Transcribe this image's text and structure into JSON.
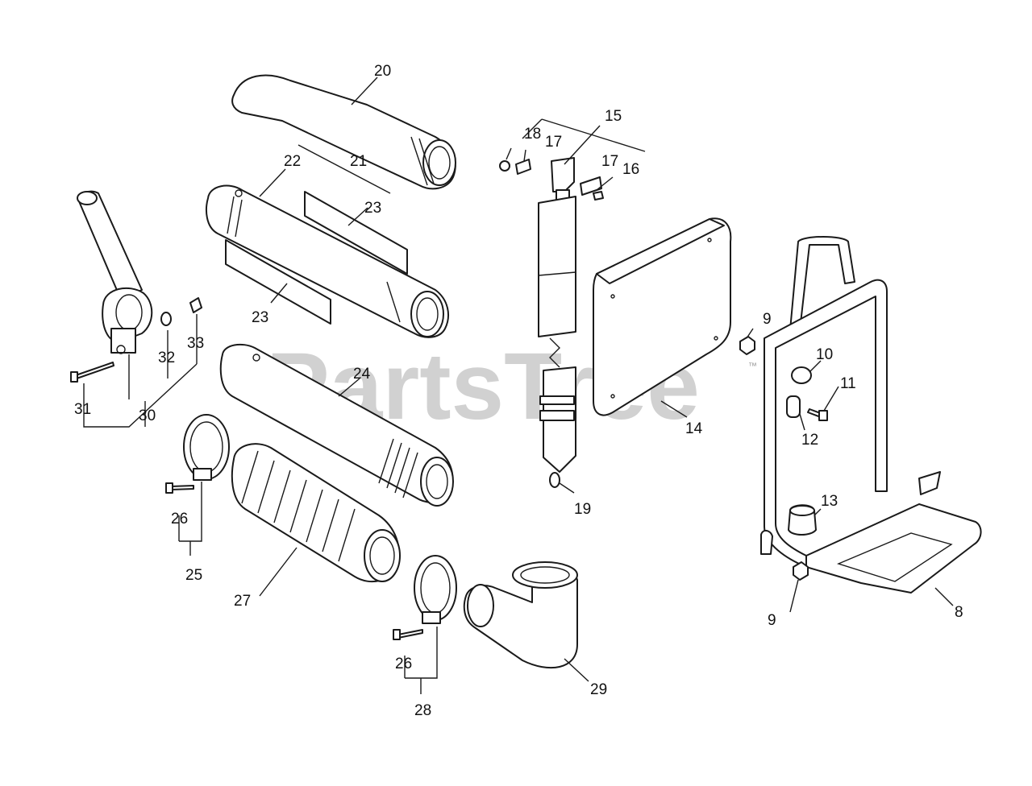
{
  "watermark": {
    "text": "PartsTree",
    "trademark": "™"
  },
  "callouts": {
    "c8": "8",
    "c9a": "9",
    "c9b": "9",
    "c10": "10",
    "c11": "11",
    "c12": "12",
    "c13": "13",
    "c14": "14",
    "c15": "15",
    "c16": "16",
    "c17a": "17",
    "c17b": "17",
    "c18": "18",
    "c19": "19",
    "c20": "20",
    "c21": "21",
    "c22": "22",
    "c23a": "23",
    "c23b": "23",
    "c24": "24",
    "c25": "25",
    "c26a": "26",
    "c26b": "26",
    "c27": "27",
    "c28": "28",
    "c29": "29",
    "c30": "30",
    "c31": "31",
    "c32": "32",
    "c33": "33"
  }
}
